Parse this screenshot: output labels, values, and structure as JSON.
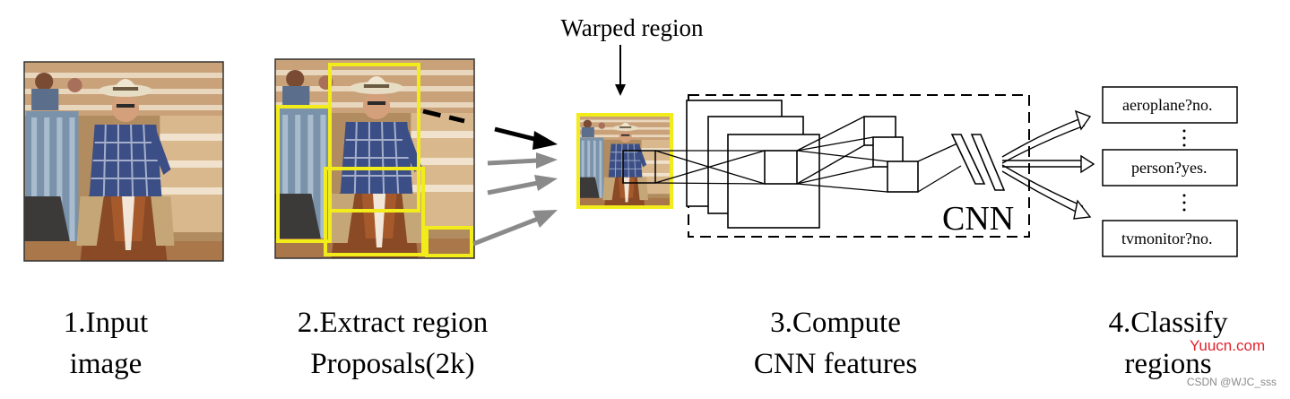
{
  "warped_label": "Warped region",
  "network_label": "CNN",
  "classes": [
    {
      "label": "aeroplane?no."
    },
    {
      "label": "person?yes."
    },
    {
      "label": "tvmonitor?no."
    }
  ],
  "steps": [
    {
      "line1": "1.Input",
      "line2": "image"
    },
    {
      "line1": "2.Extract region",
      "line2": "Proposals(2k)"
    },
    {
      "line1": "3.Compute",
      "line2": "CNN features"
    },
    {
      "line1": "4.Classify",
      "line2": "regions"
    }
  ],
  "watermark": {
    "site": "Yuucn.com",
    "credit": "CSDN @WJC_sss"
  },
  "colors": {
    "proposal": "#f2ec1a",
    "watermark_red": "#e0212b",
    "line": "#000000"
  }
}
